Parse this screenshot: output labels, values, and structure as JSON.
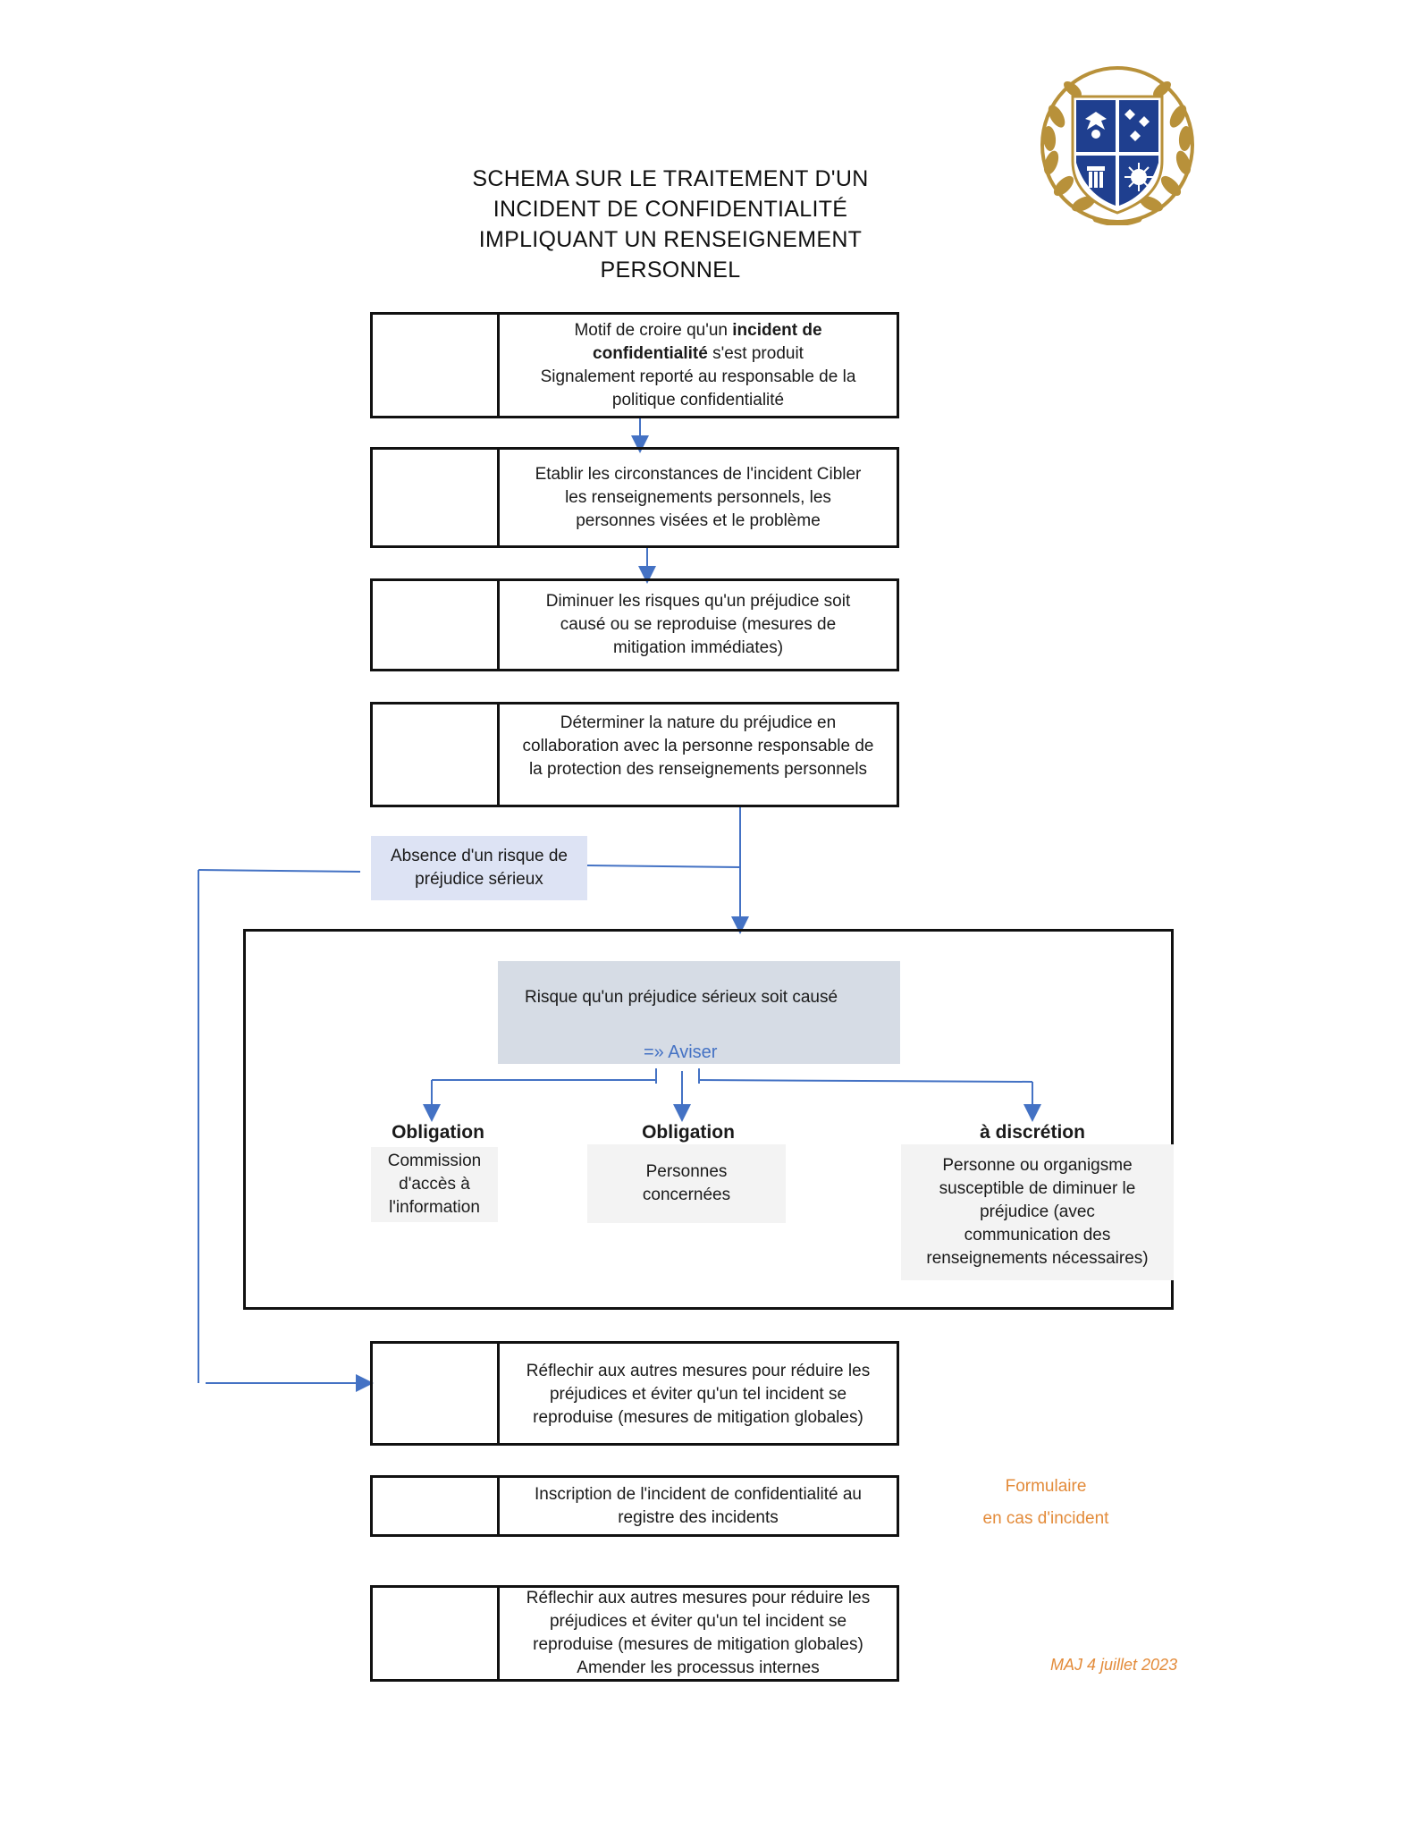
{
  "title": [
    "SCHEMA SUR LE TRAITEMENT D'UN",
    "INCIDENT DE CONFIDENTIALITÉ",
    "IMPLIQUANT UN RENSEIGNEMENT",
    "PERSONNEL"
  ],
  "steps": [
    {
      "line1_pre": "Motif de croire qu'un ",
      "line1_bold": "incident de",
      "line2_bold": "confidentialité",
      "line2_post": " s'est produit",
      "line3": "Signalement reporté au responsable de la",
      "line4": "politique confidentialité"
    },
    {
      "lines": [
        "Etablir les circonstances de l'incident Cibler",
        "les renseignements personnels, les",
        "personnes visées et le problème"
      ]
    },
    {
      "lines": [
        "Diminuer les risques qu'un préjudice soit",
        "causé ou se reproduise (mesures de",
        "mitigation immédiates)"
      ]
    },
    {
      "lines": [
        "Déterminer la nature du préjudice en",
        "collaboration avec la personne responsable de",
        "la protection des renseignements personnels"
      ]
    },
    {
      "lines": [
        "Réflechir aux autres mesures pour réduire les",
        "préjudices et éviter qu'un tel incident se",
        "reproduise (mesures de mitigation globales)"
      ]
    },
    {
      "lines": [
        "Inscription de l'incident de confidentialité au",
        "registre des incidents"
      ]
    },
    {
      "lines": [
        "Réflechir aux autres mesures pour réduire les",
        "préjudices et éviter qu'un tel incident se",
        "reproduise (mesures de mitigation globales)",
        "Amender les processus internes"
      ]
    }
  ],
  "absence": [
    "Absence d'un risque de",
    "préjudice sérieux"
  ],
  "risk": {
    "text": "Risque qu'un préjudice sérieux soit causé",
    "aviser": "=» Aviser"
  },
  "recipients": [
    {
      "heading": "Obligation",
      "lines": [
        "Commission",
        "d'accès à",
        "l'information"
      ]
    },
    {
      "heading": "Obligation",
      "lines": [
        "Personnes",
        "concernées"
      ]
    },
    {
      "heading": "à discrétion",
      "lines": [
        "Personne ou organigsme",
        "susceptible de diminuer le",
        "préjudice (avec",
        "communication des",
        "renseignements nécessaires)"
      ]
    }
  ],
  "formulaire": [
    "Formulaire",
    "en cas d'incident"
  ],
  "maj": "MAJ 4 juillet 2023",
  "colors": {
    "arrow": "#4472c4",
    "accent_orange": "#e38b3a",
    "absence_bg": "#dde3f4",
    "risk_bg": "#d6dce5",
    "seal_gold": "#b8913a",
    "seal_blue": "#1f3f8f"
  }
}
